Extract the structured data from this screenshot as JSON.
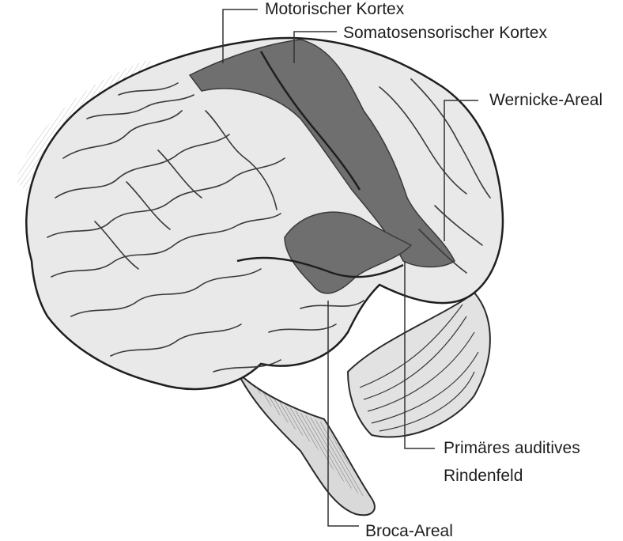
{
  "labels": {
    "motor_cortex": "Motorischer Kortex",
    "somatosensory_cortex": "Somatosensorischer Kortex",
    "wernicke": "Wernicke-Areal",
    "auditory_line1": "Primäres auditives",
    "auditory_line2": "Rindenfeld",
    "broca": "Broca-Areal"
  },
  "colors": {
    "highlight": "#6f6f6f",
    "line": "#333333",
    "cortex": "#e9e9e9",
    "sulcus": "#3a3a3a"
  }
}
